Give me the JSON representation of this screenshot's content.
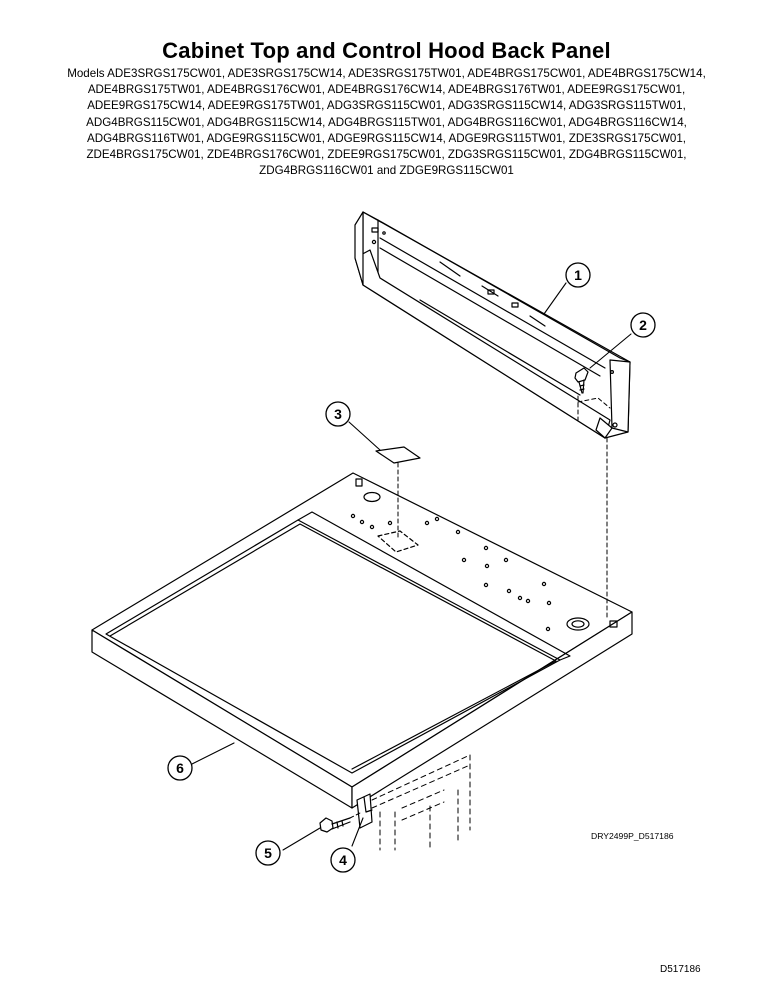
{
  "header": {
    "title": "Cabinet Top and Control Hood Back Panel",
    "model_lines": [
      "Models ADE3SRGS175CW01, ADE3SRGS175CW14, ADE3SRGS175TW01, ADE4BRGS175CW01, ADE4BRGS175CW14,",
      "ADE4BRGS175TW01, ADE4BRGS176CW01, ADE4BRGS176CW14, ADE4BRGS176TW01, ADEE9RGS175CW01,",
      "ADEE9RGS175CW14, ADEE9RGS175TW01, ADG3SRGS115CW01, ADG3SRGS115CW14, ADG3SRGS115TW01,",
      "ADG4BRGS115CW01, ADG4BRGS115CW14, ADG4BRGS115TW01, ADG4BRGS116CW01, ADG4BRGS116CW14,",
      "ADG4BRGS116TW01, ADGE9RGS115CW01, ADGE9RGS115CW14, ADGE9RGS115TW01, ZDE3SRGS175CW01,",
      "ZDE4BRGS175CW01, ZDE4BRGS176CW01, ZDEE9RGS175CW01, ZDG3SRGS115CW01, ZDG4BRGS115CW01,",
      "ZDG4BRGS116CW01 and ZDGE9RGS115CW01"
    ]
  },
  "callouts": [
    "1",
    "2",
    "3",
    "4",
    "5",
    "6"
  ],
  "drawing_code": "DRY2499P_D517186",
  "footer_code": "D517186"
}
